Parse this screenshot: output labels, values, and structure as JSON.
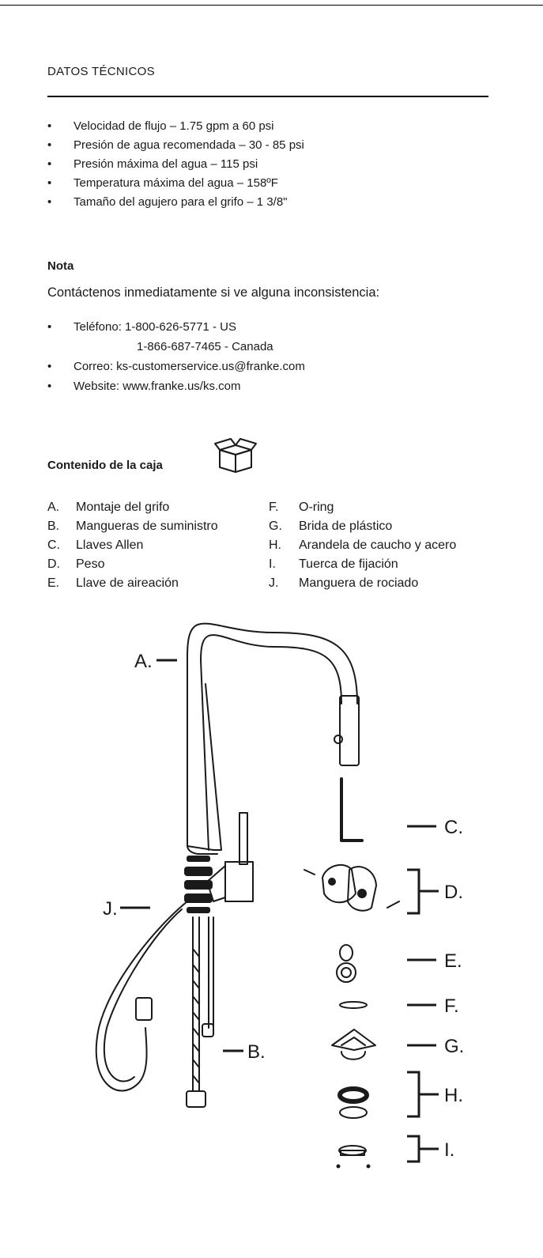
{
  "specs": {
    "title": "DATOS TÉCNICOS",
    "items": [
      "Velocidad de flujo – 1.75 gpm a 60 psi",
      "Presión de agua recomendada – 30 - 85 psi",
      "Presión máxima del agua – 115 psi",
      "Temperatura máxima del agua – 158ºF",
      "Tamaño del agujero para el grifo – 1 3/8\""
    ]
  },
  "note": {
    "title": "Nota",
    "text": "Contáctenos inmediatamente si ve alguna inconsistencia:",
    "phone_label": "Teléfono: 1-800-626-5771 - US",
    "phone_canada": "1-866-687-7465 - Canada",
    "email": "Correo: ks-customerservice.us@franke.com",
    "website": "Website: www.franke.us/ks.com"
  },
  "box": {
    "title": "Contenido de la caja",
    "icon": "box-icon",
    "left_items": [
      {
        "letter": "A.",
        "label": "Montaje del grifo"
      },
      {
        "letter": "B.",
        "label": "Mangueras de suministro"
      },
      {
        "letter": "C.",
        "label": "Llaves Allen"
      },
      {
        "letter": "D.",
        "label": "Peso"
      },
      {
        "letter": "E.",
        "label": "Llave de aireación"
      }
    ],
    "right_items": [
      {
        "letter": "F.",
        "label": "O-ring"
      },
      {
        "letter": "G.",
        "label": "Brida de plástico"
      },
      {
        "letter": "H.",
        "label": "Arandela de caucho y acero"
      },
      {
        "letter": "I.",
        "label": "Tuerca de fijación"
      },
      {
        "letter": "J.",
        "label": "Manguera de rociado"
      }
    ]
  },
  "diagram": {
    "labels": {
      "a": "A.",
      "b": "B.",
      "c": "C.",
      "d": "D.",
      "e": "E.",
      "f": "F.",
      "g": "G.",
      "h": "H.",
      "i": "I.",
      "j": "J."
    }
  }
}
